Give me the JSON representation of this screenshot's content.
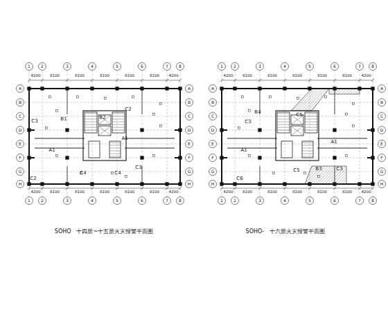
{
  "diagram": {
    "labels": [
      "1",
      "2",
      "3",
      "4",
      "5",
      "6",
      "7",
      "8",
      "1",
      "2",
      "3",
      "4",
      "5",
      "6",
      "7",
      "8",
      "4200",
      "8100",
      "8100",
      "8100",
      "8100",
      "8100",
      "4200",
      "4200",
      "8100",
      "8100",
      "8100",
      "8100",
      "8100",
      "4200",
      "A",
      "B",
      "C",
      "D",
      "E",
      "F",
      "G",
      "H",
      "A",
      "B",
      "C",
      "D",
      "E",
      "F",
      "G",
      "H",
      "C3",
      "B1",
      "B2",
      "C2",
      "A1",
      "A1",
      "C2",
      "C4",
      "C4",
      "C3",
      "1",
      "2",
      "3",
      "4",
      "5",
      "6",
      "7",
      "8",
      "1",
      "2",
      "3",
      "4",
      "5",
      "6",
      "7",
      "8",
      "4200",
      "8100",
      "8100",
      "8100",
      "8100",
      "8100",
      "4200",
      "4200",
      "8100",
      "8100",
      "8100",
      "8100",
      "8100",
      "4200",
      "A",
      "B",
      "C",
      "D",
      "E",
      "F",
      "G",
      "H",
      "A",
      "B",
      "C",
      "D",
      "E",
      "F",
      "G",
      "H",
      "B4",
      "C5",
      "C3",
      "A1",
      "A1",
      "C5",
      "B3",
      "C3",
      "C6",
      "SOHO　十四层~十五层火灾报警平面图",
      "SOHO-　十六层火灾报警平面图"
    ]
  }
}
